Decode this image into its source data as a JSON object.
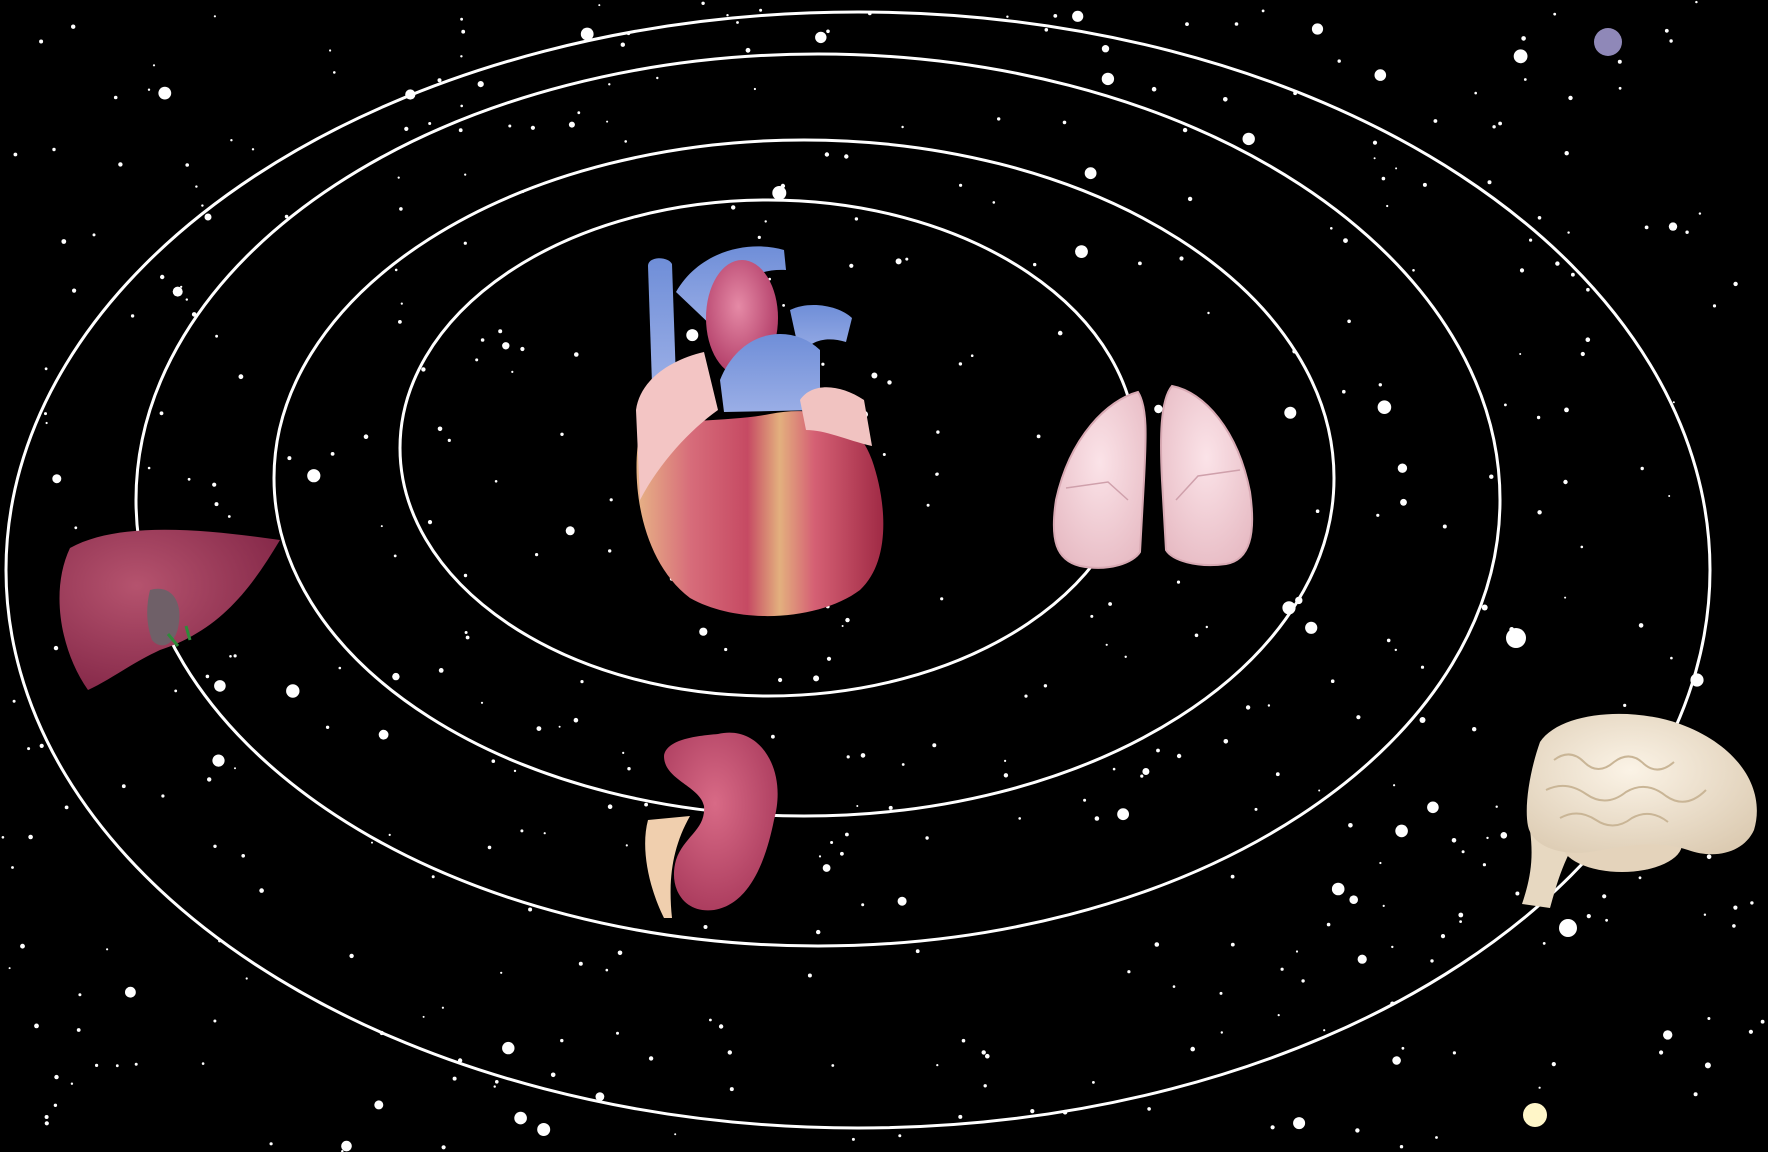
{
  "scene": {
    "background": "#000000",
    "orbit_color": "#ffffff",
    "star_colors": {
      "white": "#ffffff",
      "lavender": "#8f88b8",
      "cream": "#fff6c8"
    },
    "orbit_count": 4,
    "organs": [
      {
        "name": "heart",
        "icon": "heart-icon",
        "orbit": 0
      },
      {
        "name": "lungs",
        "icon": "lungs-icon",
        "orbit": 1
      },
      {
        "name": "kidney",
        "icon": "kidney-icon",
        "orbit": 2
      },
      {
        "name": "liver",
        "icon": "liver-icon",
        "orbit": 3
      },
      {
        "name": "brain",
        "icon": "brain-icon",
        "orbit": 4
      }
    ]
  }
}
